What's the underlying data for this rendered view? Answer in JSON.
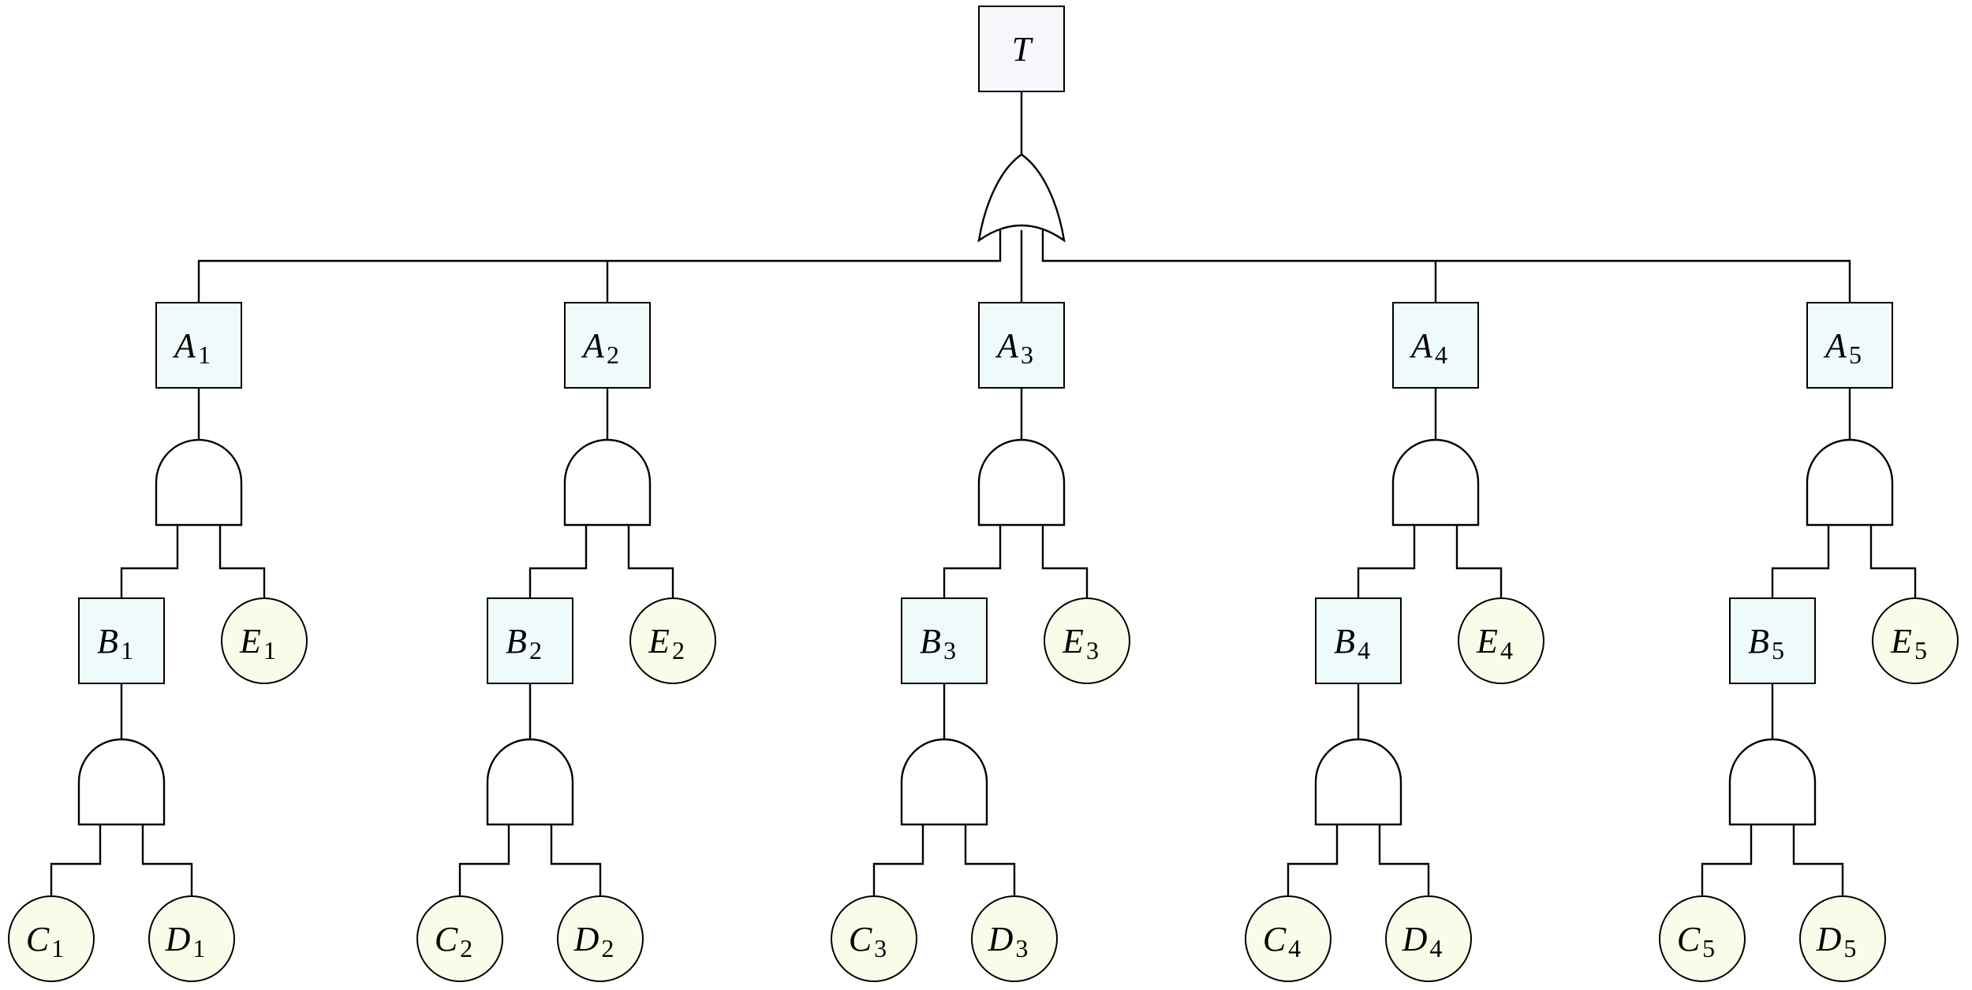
{
  "colors": {
    "top_event_fill": "#f7f7fc",
    "intermediate_event_fill": "#effbfb",
    "basic_event_fill": "#fbfbea",
    "line": "#000000"
  },
  "top_event": {
    "letter": "T",
    "subscript": ""
  },
  "top_gate": {
    "type": "or-gate-icon"
  },
  "branches": [
    {
      "A": {
        "letter": "A",
        "sub": "1"
      },
      "B": {
        "letter": "B",
        "sub": "1"
      },
      "E": {
        "letter": "E",
        "sub": "1"
      },
      "C": {
        "letter": "C",
        "sub": "1"
      },
      "D": {
        "letter": "D",
        "sub": "1"
      }
    },
    {
      "A": {
        "letter": "A",
        "sub": "2"
      },
      "B": {
        "letter": "B",
        "sub": "2"
      },
      "E": {
        "letter": "E",
        "sub": "2"
      },
      "C": {
        "letter": "C",
        "sub": "2"
      },
      "D": {
        "letter": "D",
        "sub": "2"
      }
    },
    {
      "A": {
        "letter": "A",
        "sub": "3"
      },
      "B": {
        "letter": "B",
        "sub": "3"
      },
      "E": {
        "letter": "E",
        "sub": "3"
      },
      "C": {
        "letter": "C",
        "sub": "3"
      },
      "D": {
        "letter": "D",
        "sub": "3"
      }
    },
    {
      "A": {
        "letter": "A",
        "sub": "4"
      },
      "B": {
        "letter": "B",
        "sub": "4"
      },
      "E": {
        "letter": "E",
        "sub": "4"
      },
      "C": {
        "letter": "C",
        "sub": "4"
      },
      "D": {
        "letter": "D",
        "sub": "4"
      }
    },
    {
      "A": {
        "letter": "A",
        "sub": "5"
      },
      "B": {
        "letter": "B",
        "sub": "5"
      },
      "E": {
        "letter": "E",
        "sub": "5"
      },
      "C": {
        "letter": "C",
        "sub": "5"
      },
      "D": {
        "letter": "D",
        "sub": "5"
      }
    }
  ]
}
